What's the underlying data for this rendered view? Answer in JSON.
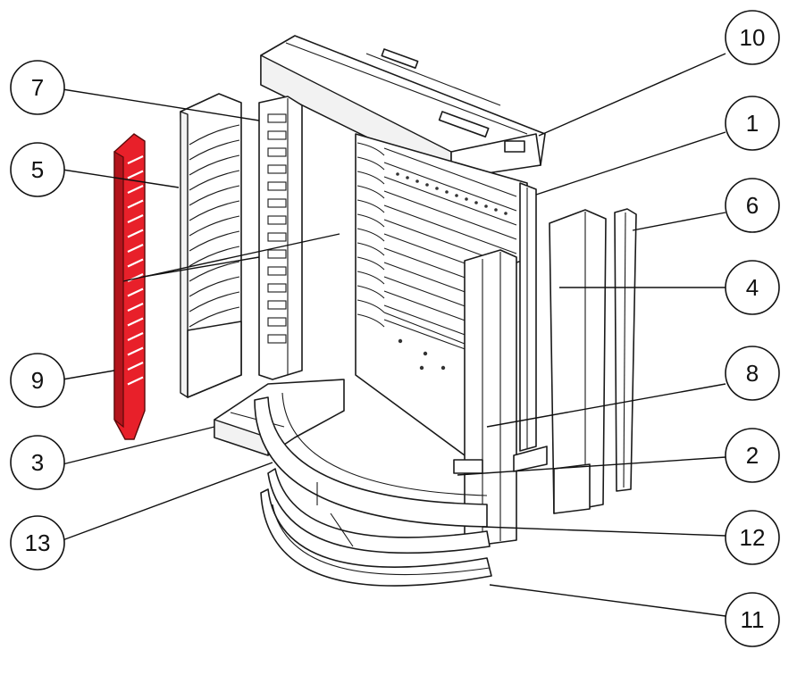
{
  "highlight_color": "#e8202a",
  "highlighted_part": "9",
  "callouts": [
    {
      "id": "c1",
      "label": "1"
    },
    {
      "id": "c2",
      "label": "2"
    },
    {
      "id": "c3",
      "label": "3"
    },
    {
      "id": "c4",
      "label": "4"
    },
    {
      "id": "c5",
      "label": "5"
    },
    {
      "id": "c6",
      "label": "6"
    },
    {
      "id": "c7",
      "label": "7"
    },
    {
      "id": "c8",
      "label": "8"
    },
    {
      "id": "c9",
      "label": "9"
    },
    {
      "id": "c10",
      "label": "10"
    },
    {
      "id": "c11",
      "label": "11"
    },
    {
      "id": "c12",
      "label": "12"
    },
    {
      "id": "c13",
      "label": "13"
    }
  ]
}
